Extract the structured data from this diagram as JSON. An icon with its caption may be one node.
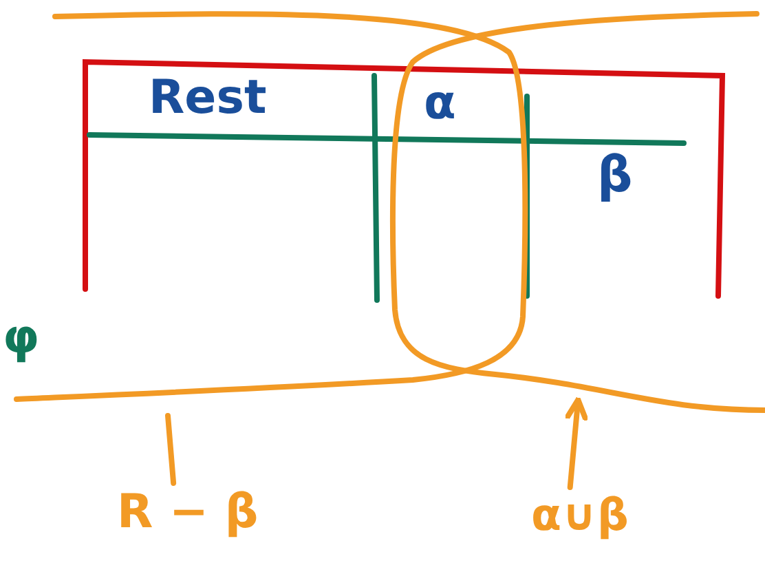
{
  "diagram": {
    "nodes": [
      {
        "text": [
          "R − β"
        ]
      },
      {
        "text": [
          "α∪β"
        ]
      }
    ],
    "edges": [
      {
        "from": 0,
        "to": null,
        "arrow": "none"
      },
      {
        "from": 1,
        "to": null,
        "arrow": "to"
      }
    ],
    "labels": [
      "Rest",
      "α",
      "β",
      "φ"
    ]
  }
}
